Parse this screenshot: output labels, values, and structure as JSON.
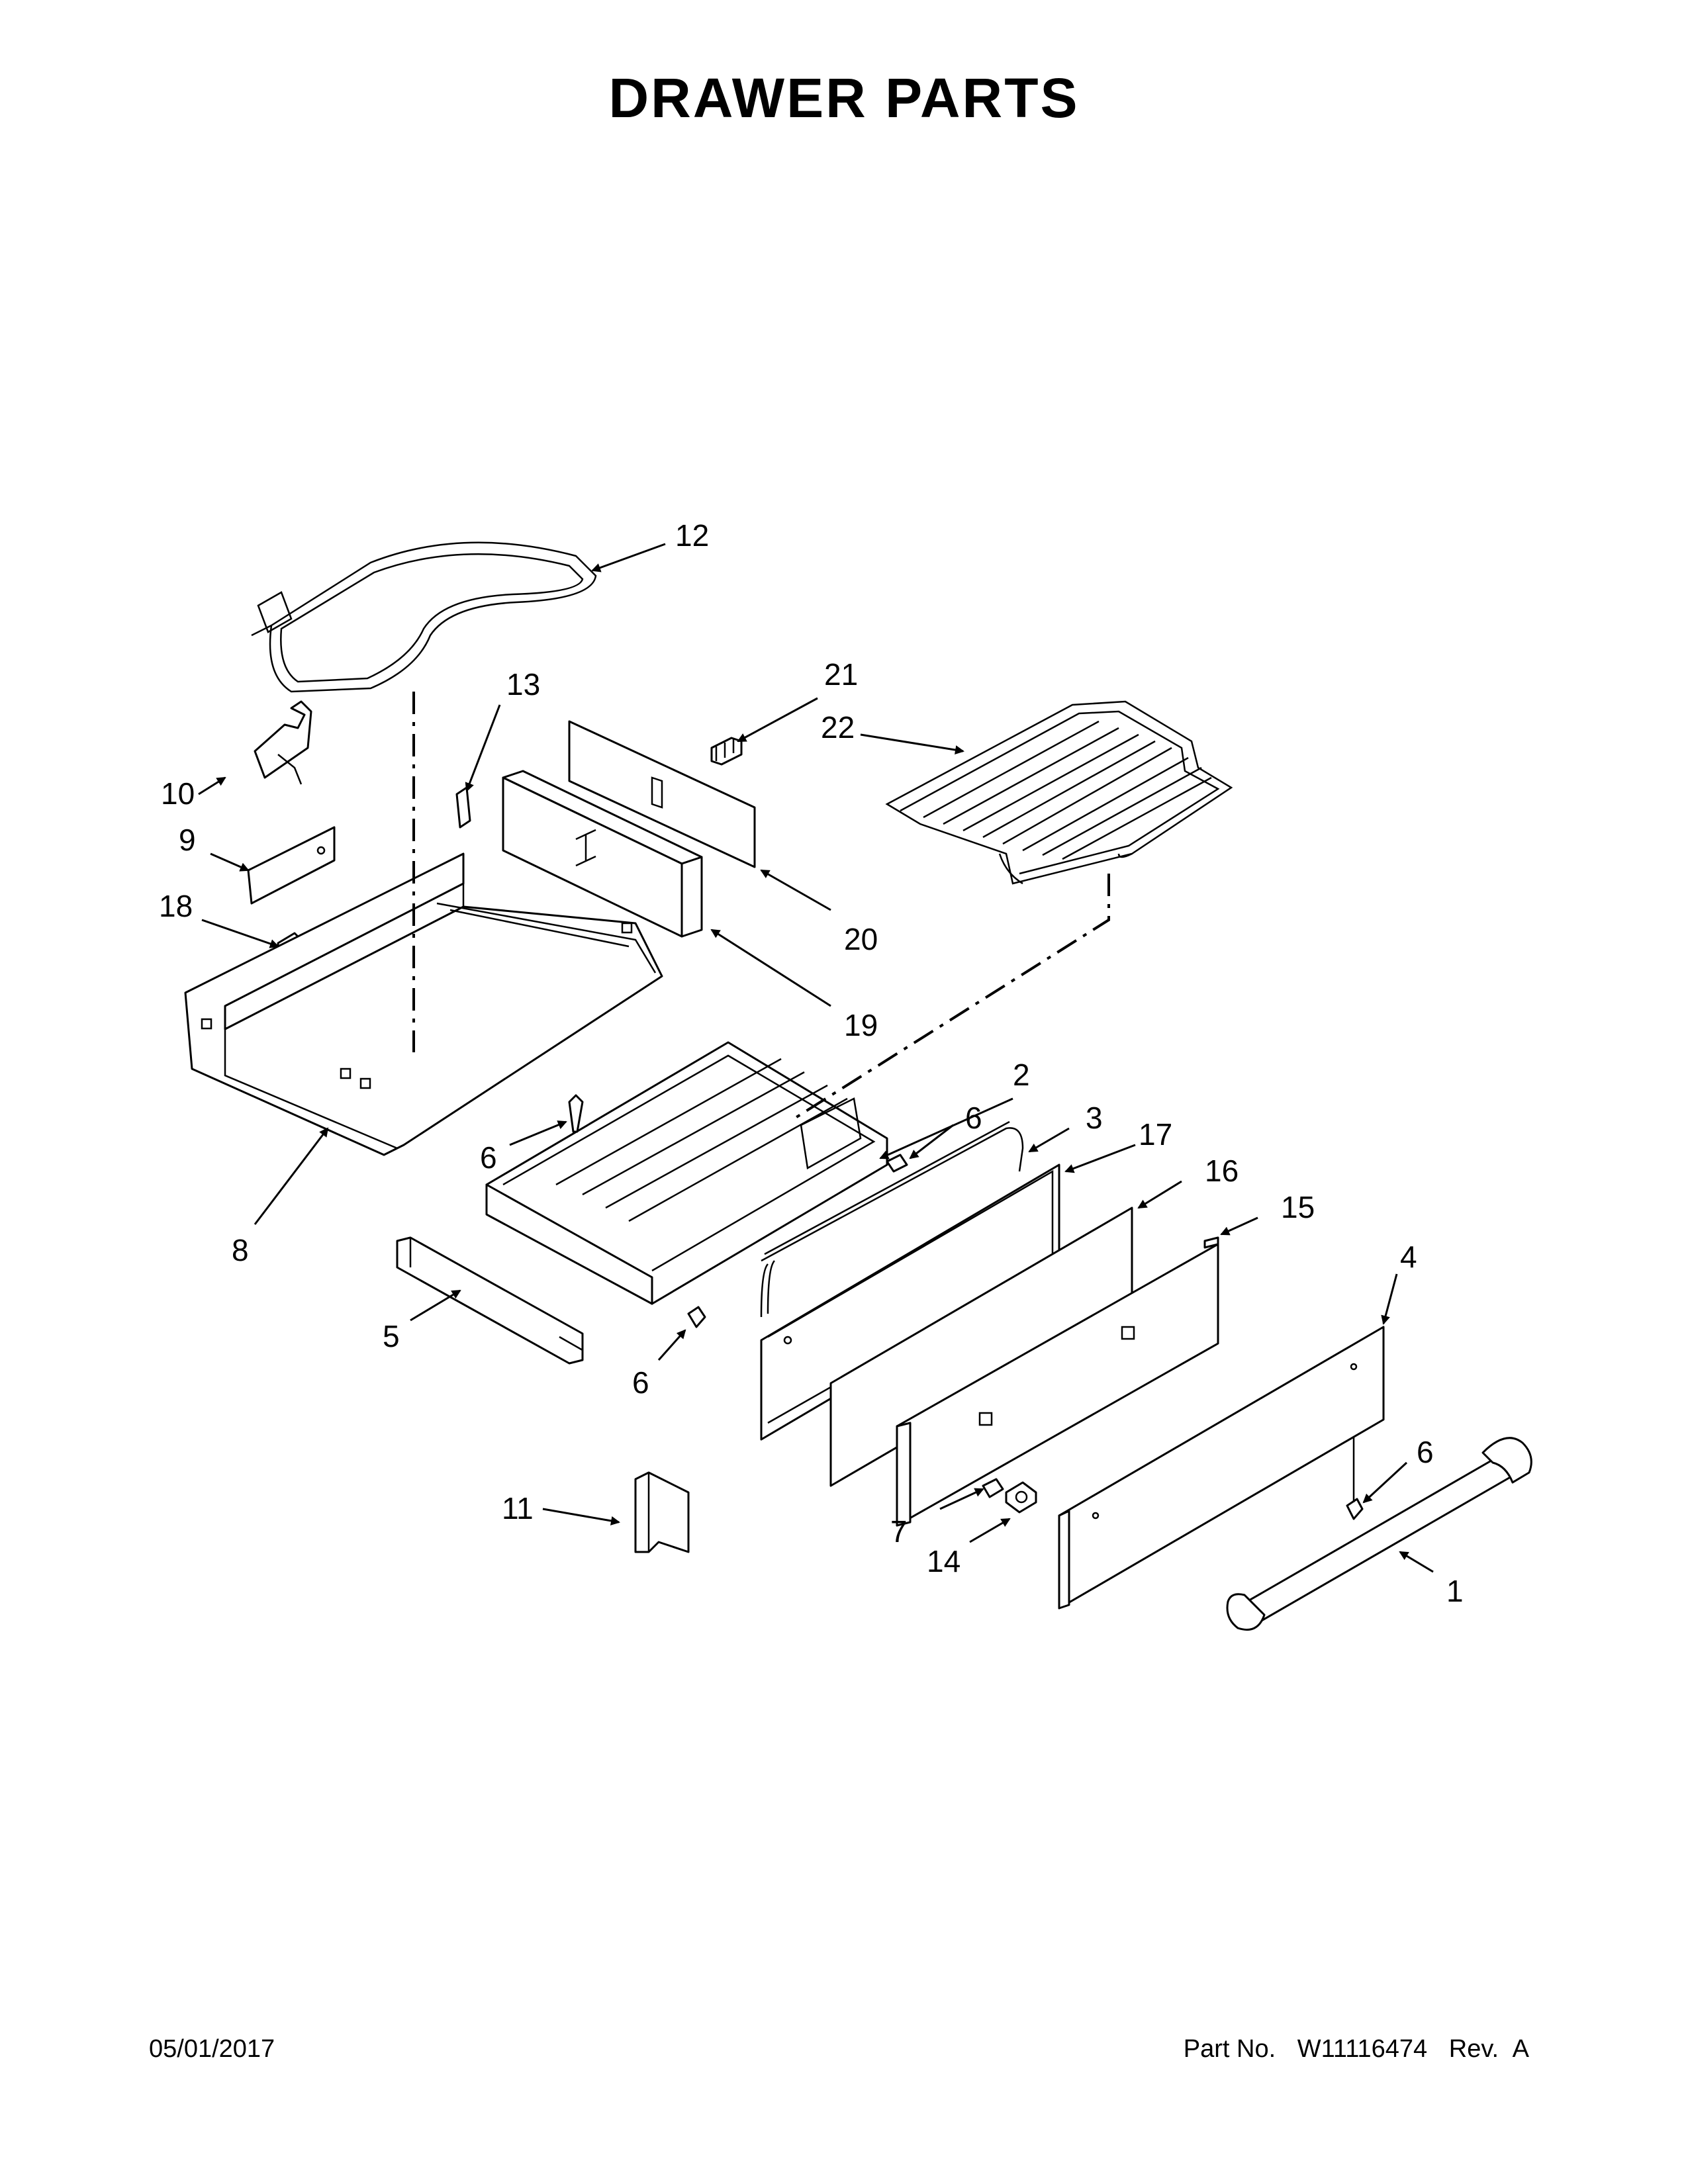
{
  "title": "DRAWER PARTS",
  "footer": {
    "date": "05/01/2017",
    "part_label": "Part No.",
    "part_number": "W11116474",
    "rev_label": "Rev.",
    "rev": "A"
  },
  "callouts": [
    "1",
    "2",
    "3",
    "4",
    "5",
    "6",
    "7",
    "8",
    "9",
    "10",
    "11",
    "12",
    "13",
    "14",
    "15",
    "16",
    "17",
    "18",
    "19",
    "20",
    "21",
    "22"
  ]
}
